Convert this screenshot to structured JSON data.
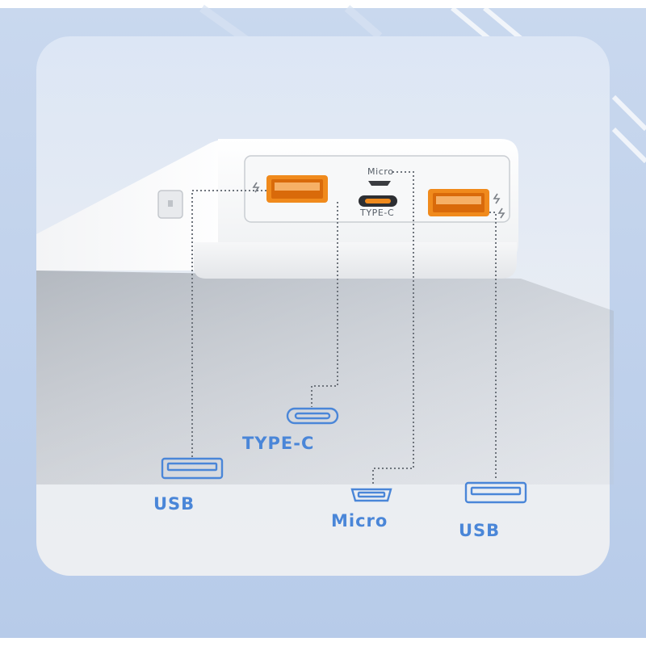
{
  "device": {
    "name": "power-bank"
  },
  "port_labels_on_device": {
    "micro": "Micro",
    "type_c": "TYPE-C"
  },
  "callouts": [
    {
      "id": "usb-left",
      "label": "USB",
      "icon": "usb-a-port-icon"
    },
    {
      "id": "type-c",
      "label": "TYPE-C",
      "icon": "usb-c-port-icon"
    },
    {
      "id": "micro",
      "label": "Micro",
      "icon": "micro-usb-port-icon"
    },
    {
      "id": "usb-right",
      "label": "USB",
      "icon": "usb-a-port-icon"
    }
  ],
  "colors": {
    "frame": "#b9cdea",
    "panel_top": "#dfe8f6",
    "panel_bottom": "#eef0f3",
    "device_body": "#fafbfc",
    "port_orange": "#f08a1c",
    "callout_blue": "#4a86d8",
    "dotted_line": "#6e747c"
  }
}
